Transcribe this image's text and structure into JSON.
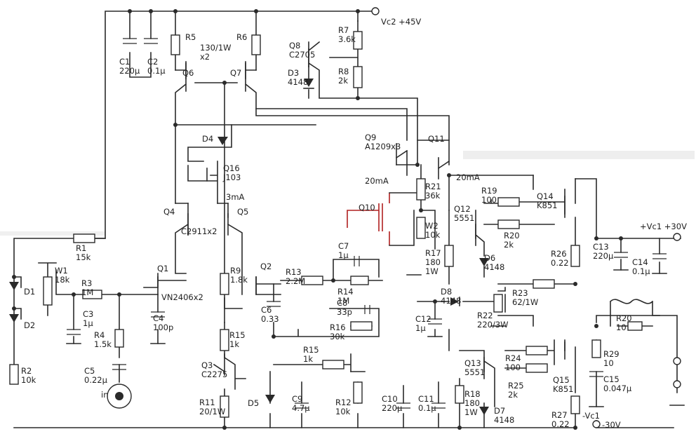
{
  "rails": {
    "vc2": "Vc2 +45V",
    "vc1_pos": "+Vc1 +30V",
    "vc1_neg": "-Vc1",
    "neg30": "-30V"
  },
  "labels": {
    "C1": [
      "C1",
      "220μ"
    ],
    "C2": [
      "C2",
      "0.1μ"
    ],
    "R5": [
      "R5"
    ],
    "R6": [
      "R6"
    ],
    "R5R6": [
      "130/1W",
      "x2"
    ],
    "R7": [
      "R7",
      "3.6k"
    ],
    "Q8": [
      "Q8",
      "C2705"
    ],
    "D3": [
      "D3",
      "4148"
    ],
    "R8": [
      "R8",
      "2k"
    ],
    "Q6": [
      "Q6"
    ],
    "Q7": [
      "Q7"
    ],
    "D4": [
      "D4"
    ],
    "Q16": [
      "Q16",
      "J103"
    ],
    "I3": [
      "3mA"
    ],
    "Q9": [
      "Q9",
      "A1209x3"
    ],
    "Q11": [
      "Q11"
    ],
    "I20a": [
      "20mA"
    ],
    "I20b": [
      "20mA"
    ],
    "R21": [
      "R21",
      "36k"
    ],
    "Q10": [
      "Q10"
    ],
    "W2": [
      "W2",
      "10k"
    ],
    "R17": [
      "R17",
      "180",
      "1W"
    ],
    "R19": [
      "R19",
      "100"
    ],
    "Q14": [
      "Q14",
      "K851"
    ],
    "Q12": [
      "Q12",
      "5551"
    ],
    "R20": [
      "R20",
      "2k"
    ],
    "D6": [
      "D6",
      "4148"
    ],
    "R26": [
      "R26",
      "0.22"
    ],
    "C13": [
      "C13",
      "220μ"
    ],
    "C14": [
      "C14",
      "0.1μ"
    ],
    "Q4": [
      "Q4"
    ],
    "Q5": [
      "Q5"
    ],
    "Q45": [
      "C2911x2"
    ],
    "R1": [
      "R1",
      "15k"
    ],
    "W1": [
      "W1",
      "18k"
    ],
    "R3": [
      "R3",
      "1M"
    ],
    "Q1": [
      "Q1"
    ],
    "Q1b": [
      "VN2406x2"
    ],
    "R9": [
      "R9",
      "1.8k"
    ],
    "Q2": [
      "Q2"
    ],
    "R13": [
      "R13",
      "2.2M"
    ],
    "C7": [
      "C7",
      "1μ"
    ],
    "R14": [
      "R14",
      "1M"
    ],
    "C8": [
      "C8",
      "33p"
    ],
    "D8": [
      "D8",
      "4148"
    ],
    "R23": [
      "R23",
      "62/1W"
    ],
    "R22": [
      "R22",
      "220/3W"
    ],
    "C12": [
      "C12",
      "1μ"
    ],
    "D1": [
      "D1"
    ],
    "D2": [
      "D2"
    ],
    "C3": [
      "C3",
      "1μ"
    ],
    "C4": [
      "C4",
      "100p"
    ],
    "C6": [
      "C6",
      "0.33"
    ],
    "R16": [
      "R16",
      "30k"
    ],
    "R15a": [
      "R15",
      "1k"
    ],
    "R15b": [
      "R15",
      "1k"
    ],
    "R20b": [
      "R20",
      "10"
    ],
    "R29": [
      "R29",
      "10"
    ],
    "C15": [
      "C15",
      "0.047μ"
    ],
    "R2": [
      "R2",
      "10k"
    ],
    "R4": [
      "R4",
      "1.5k"
    ],
    "C5": [
      "C5",
      "0.22μ"
    ],
    "in": [
      "in"
    ],
    "Q3": [
      "Q3",
      "C2275"
    ],
    "R11": [
      "R11",
      "20/1W"
    ],
    "D5": [
      "D5"
    ],
    "C9": [
      "C9",
      "4.7μ"
    ],
    "R12": [
      "R12",
      "10k"
    ],
    "C10": [
      "C10",
      "220μ"
    ],
    "C11": [
      "C11",
      "0.1μ"
    ],
    "Q13": [
      "Q13",
      "5551"
    ],
    "R24": [
      "R24",
      "100"
    ],
    "R25": [
      "R25",
      "2k"
    ],
    "Q15": [
      "Q15",
      "K851"
    ],
    "R18": [
      "R18",
      "180",
      "1W"
    ],
    "D7": [
      "D7",
      "4148"
    ],
    "R27": [
      "R27",
      "0.22"
    ]
  },
  "colors": {
    "line": "#2a2a2a",
    "highlight": "#b02020",
    "paper": "#ffffff"
  }
}
